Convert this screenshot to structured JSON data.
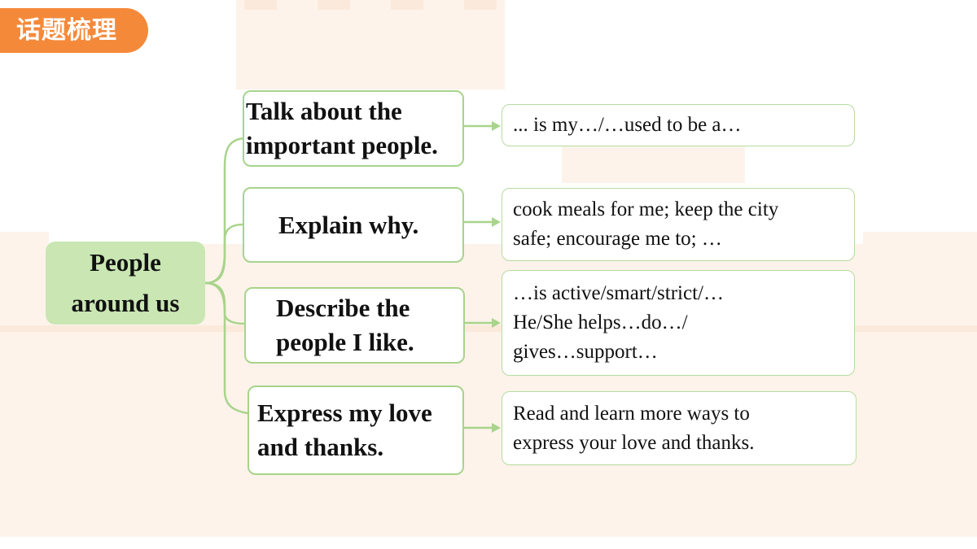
{
  "header": {
    "title": "话题梳理"
  },
  "colors": {
    "accent": "#f5893a",
    "root_fill": "#c9e6b3",
    "border_green": "#a8d48b",
    "line_green": "#a8d48b"
  },
  "mindmap": {
    "root": {
      "lines": [
        "People",
        "around us"
      ]
    },
    "branches": [
      {
        "topic": [
          "Talk about the",
          "important people."
        ],
        "detail": [
          "... is my…/…used to be a…"
        ]
      },
      {
        "topic": [
          "Explain why."
        ],
        "detail": [
          "cook meals for me; keep the city",
          "safe; encourage me to; …"
        ]
      },
      {
        "topic": [
          "Describe the",
          "people I like."
        ],
        "detail": [
          "…is active/smart/strict/…",
          "He/She helps…do…/",
          "gives…support…"
        ]
      },
      {
        "topic": [
          "Express my love",
          "and thanks."
        ],
        "detail": [
          "Read and learn more ways to",
          "express your love and thanks."
        ]
      }
    ]
  }
}
